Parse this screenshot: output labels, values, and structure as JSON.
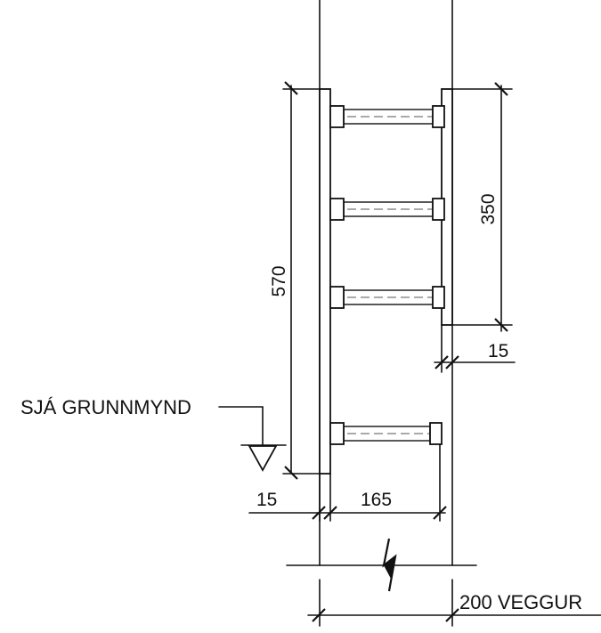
{
  "labels": {
    "reference_note": "SJÁ GRUNNMYND",
    "wall_thickness": "200 VEGGUR"
  },
  "dimensions": {
    "total_height": "570",
    "bolt_spacing": "350",
    "right_offset": "15",
    "left_offset": "15",
    "bolt_length": "165"
  },
  "colors": {
    "line": "#111111",
    "background": "#ffffff"
  }
}
